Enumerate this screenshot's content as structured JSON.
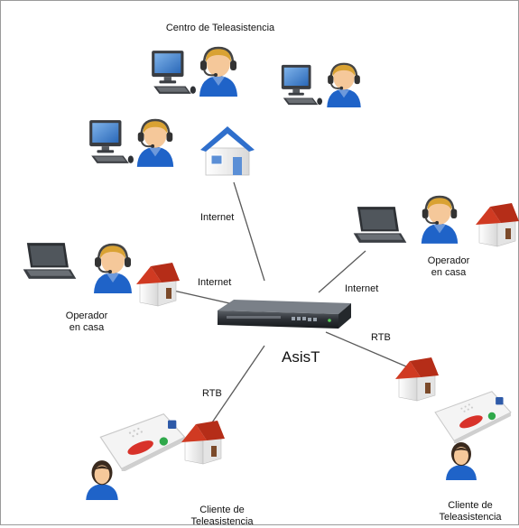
{
  "diagram": {
    "center_title": "Centro de Teleasistencia",
    "hub_label": "AsisT",
    "links": {
      "center": "Internet",
      "left_operator": "Internet",
      "right_operator": "Internet",
      "right_client": "RTB",
      "left_client": "RTB"
    },
    "left_operator": {
      "line1": "Operador",
      "line2": "en casa"
    },
    "right_operator": {
      "line1": "Operador",
      "line2": "en casa"
    },
    "left_client": {
      "line1": "Cliente de",
      "line2": "Teleasistencia"
    },
    "right_client": {
      "line1": "Cliente de",
      "line2": "Teleasistencia"
    },
    "colors": {
      "house_roof": "#d03a22",
      "house_blue_roof": "#2f6fcc",
      "operator_shirt": "#1f63c8",
      "operator_hair": "#d9a233",
      "client_hair": "#3a2a1e",
      "link_line": "#5a5a5a",
      "device_button_red": "#d8322a",
      "device_button_green": "#2fa84a"
    }
  }
}
